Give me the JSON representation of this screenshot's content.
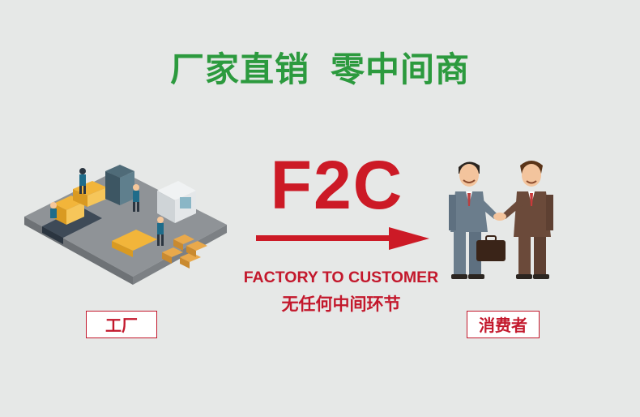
{
  "headline": {
    "part1": "厂家直销",
    "part2": "零中间商"
  },
  "model": {
    "code": "F2C",
    "english": "FACTORY TO CUSTOMER",
    "chinese": "无任何中间环节"
  },
  "labels": {
    "factory": "工厂",
    "consumer": "消费者"
  },
  "colors": {
    "headline_green": "#2c9a3e",
    "accent_red": "#cc1a26",
    "background": "#e6e8e7"
  },
  "icons": {
    "factory": "factory-floor-illustration",
    "consumer": "handshake-illustration",
    "arrow": "right-arrow-icon"
  }
}
